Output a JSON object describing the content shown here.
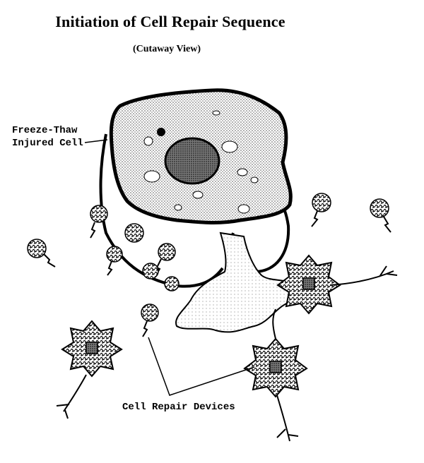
{
  "title": "Initiation of Cell Repair Sequence",
  "subtitle": "(Cutaway View)",
  "labels": {
    "injured_cell_line1": "Freeze-Thaw",
    "injured_cell_line2": "Injured Cell",
    "repair_devices": "Cell Repair Devices"
  }
}
